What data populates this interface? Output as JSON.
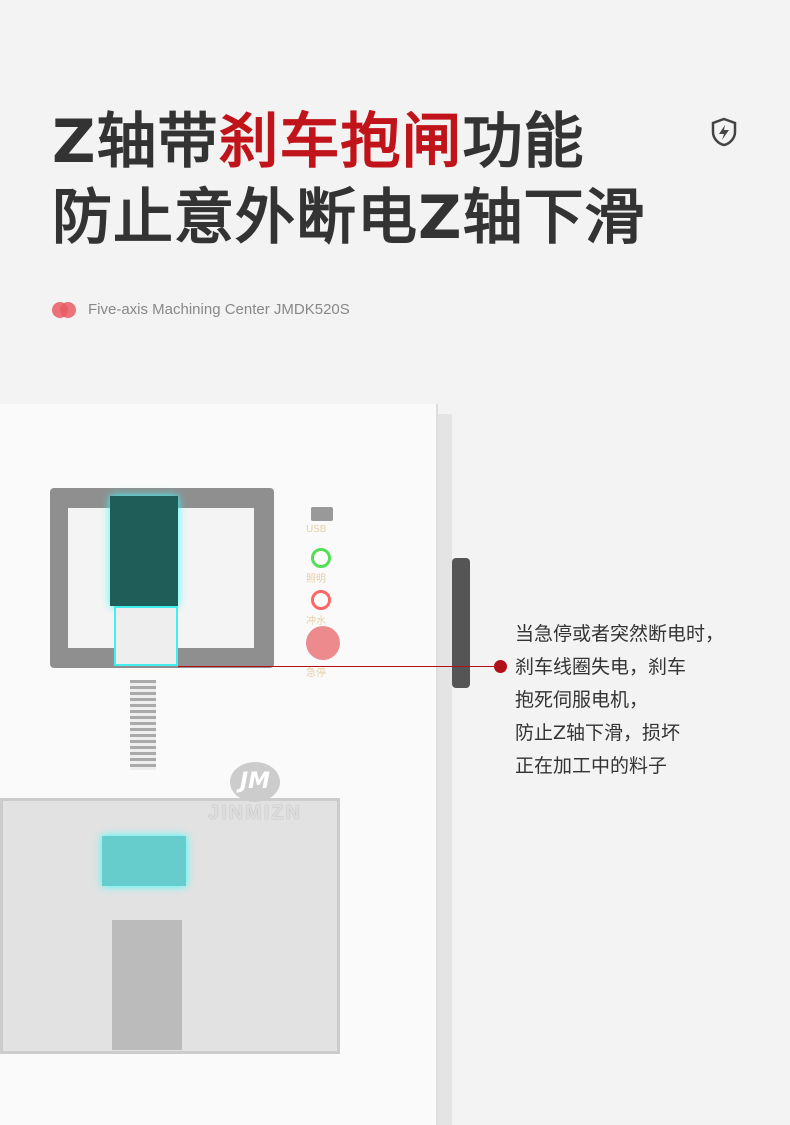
{
  "headline": {
    "line1_pre": "Z轴带",
    "line1_highlight": "刹车抱闸",
    "line1_post": "功能",
    "line2": "防止意外断电Z轴下滑"
  },
  "subtitle": "Five-axis Machining Center JMDK520S",
  "badge_icon": "shield-lightning-icon",
  "panel": {
    "usb": "USB",
    "light": "照明",
    "flush": "冲水",
    "estop": "急停"
  },
  "logo": {
    "mark": "JM",
    "word": "JINMIZN"
  },
  "callout": [
    "当急停或者突然断电时，",
    "刹车线圈失电，刹车",
    "抱死伺服电机，",
    "防止Z轴下滑，损坏",
    "正在加工中的料子"
  ],
  "colors": {
    "accent": "#c0141a",
    "text": "#333333"
  }
}
